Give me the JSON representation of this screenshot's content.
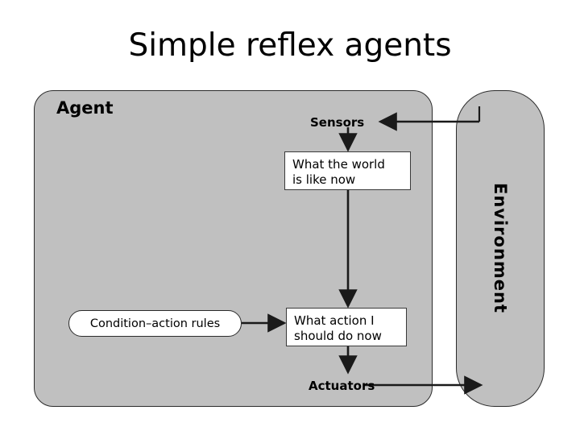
{
  "slide": {
    "title": "Simple reflex agents",
    "background_color": "#ffffff"
  },
  "diagram": {
    "agent": {
      "label": "Agent",
      "fill_color": "#c0c0c0",
      "border_color": "#2b2b2b"
    },
    "environment": {
      "label": "Environment",
      "fill_color": "#c0c0c0",
      "border_color": "#2b2b2b",
      "orientation": "vertical"
    },
    "io": {
      "sensors_label": "Sensors",
      "actuators_label": "Actuators"
    },
    "nodes": {
      "world_state": {
        "line1": "What the world",
        "line2": "is like now",
        "shape": "rectangle",
        "fill_color": "#ffffff"
      },
      "rules": {
        "label": "Condition–action rules",
        "shape": "rounded-pill",
        "fill_color": "#ffffff"
      },
      "action": {
        "line1": "What action I",
        "line2": "should do now",
        "shape": "rectangle",
        "fill_color": "#ffffff"
      }
    },
    "arrows": [
      {
        "name": "environment-to-sensors",
        "direction": "left"
      },
      {
        "name": "sensors-to-world-state",
        "direction": "down"
      },
      {
        "name": "world-state-to-action",
        "direction": "down"
      },
      {
        "name": "rules-to-action",
        "direction": "right"
      },
      {
        "name": "action-to-actuators",
        "direction": "down"
      },
      {
        "name": "actuators-to-environment",
        "direction": "right"
      }
    ],
    "arrow_color": "#1a1a1a"
  }
}
